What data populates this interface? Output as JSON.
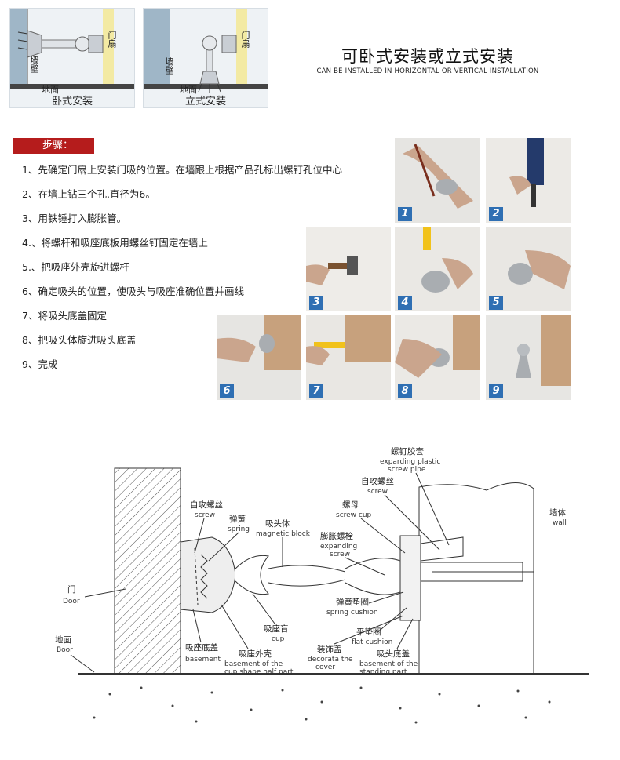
{
  "install": {
    "horizontal": {
      "caption": "卧式安装",
      "floor": "地面",
      "wall": "墙壁",
      "door": "门扇"
    },
    "vertical": {
      "caption": "立式安装",
      "floor": "地面",
      "wall": "墙壁",
      "door": "门扇"
    }
  },
  "headline": {
    "title": "可卧式安装或立式安装",
    "subtitle": "CAN BE INSTALLED IN HORIZONTAL OR VERTICAL INSTALLATION"
  },
  "steps_badge": "步骤：",
  "steps": [
    "1、先确定门扇上安装门吸的位置。在墙跟上根据产品孔标出螺钉孔位中心",
    "2、在墙上钻三个孔,直径为6。",
    "3、用铁锤打入膨胀管。",
    "4.、将螺杆和吸座底板用螺丝钉固定在墙上",
    "5.、把吸座外壳旋进螺杆",
    "6、确定吸头的位置，使吸头与吸座准确位置并画线",
    "7、将吸头底盖固定",
    "8、把吸头体旋进吸头底盖",
    "9、完成"
  ],
  "photos": [
    "1",
    "2",
    "3",
    "4",
    "5",
    "6",
    "7",
    "8",
    "9"
  ],
  "schematic": {
    "labels": [
      {
        "cn": "螺钉胶套",
        "en1": "exparding plastic",
        "en2": "screw pipe"
      },
      {
        "cn": "自攻螺丝",
        "en1": "screw"
      },
      {
        "cn": "螺母",
        "en1": "screw cup"
      },
      {
        "cn": "墙体",
        "en1": "wall"
      },
      {
        "cn": "膨胀螺栓",
        "en1": "expanding",
        "en2": "screw"
      },
      {
        "cn": "自攻螺丝",
        "en1": "screw"
      },
      {
        "cn": "弹簧",
        "en1": "spring"
      },
      {
        "cn": "吸头体",
        "en1": "magnetic block"
      },
      {
        "cn": "门",
        "en1": "Door"
      },
      {
        "cn": "弹簧垫圈",
        "en1": "spring cushion"
      },
      {
        "cn": "吸座盲",
        "en1": "cup"
      },
      {
        "cn": "平垫圈",
        "en1": "flat cushion"
      },
      {
        "cn": "地面",
        "en1": "Boor"
      },
      {
        "cn": "吸座底盖",
        "en1": "basement"
      },
      {
        "cn": "吸座外壳",
        "en1": "basement of the",
        "en2": "cup shape half part"
      },
      {
        "cn": "装饰盖",
        "en1": "decorata the",
        "en2": "cover"
      },
      {
        "cn": "吸头底盖",
        "en1": "basement of the",
        "en2": "standing part"
      }
    ]
  }
}
